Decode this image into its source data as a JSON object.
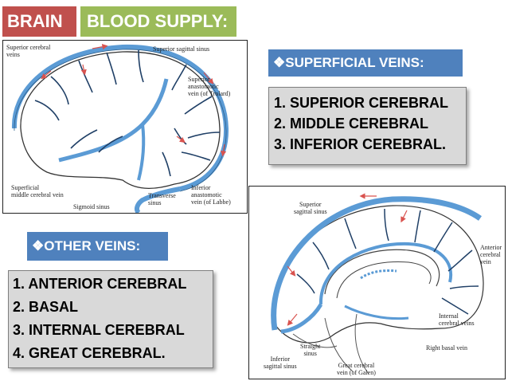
{
  "tags": {
    "brain": "BRAIN",
    "blood_supply": "BLOOD SUPPLY:"
  },
  "superficial": {
    "heading": "❖SUPERFICIAL VEINS:",
    "items": [
      "1. SUPERIOR CEREBRAL",
      "2. MIDDLE CEREBRAL",
      "3. INFERIOR CEREBRAL."
    ]
  },
  "other": {
    "heading": "❖OTHER VEINS:",
    "items": [
      "1. ANTERIOR CEREBRAL",
      "2. BASAL",
      "3. INTERNAL CEREBRAL",
      "4. GREAT CEREBRAL."
    ]
  },
  "fig1_labels": {
    "superior_cerebral_veins": "Superior cerebral\nveins",
    "superior_sagittal_sinus": "Superior sagittal sinus",
    "superior_anastomotic": "Superior\nanastomotic\nvein (of Trolard)",
    "superficial_middle": "Superficial\nmiddle cerebral vein",
    "sigmoid_sinus": "Sigmoid sinus",
    "transverse_sinus": "Transverse\nsinus",
    "inferior_anastomotic": "Inferior\nanastomotic\nvein (of Labbe)"
  },
  "fig2_labels": {
    "superior_sagittal_sinus": "Superior\nsagittal sinus",
    "anterior_cerebral_vein": "Anterior\ncerebral\nvein",
    "internal_cerebral_veins": "Internal\ncerebral veins",
    "right_basal_vein": "Right basal vein",
    "straight_sinus": "Straight\nsinus",
    "inferior_sagittal_sinus": "Inferior\nsagittal sinus",
    "great_cerebral_vein": "Great cerebral\nvein (of Galen)"
  },
  "colors": {
    "red_tag": "#c0504d",
    "green_tag": "#9bbb59",
    "blue_tag": "#4f81bd",
    "vein": "#5b9bd5",
    "arrow": "#d9534f",
    "box_fill": "#d9d9d9"
  }
}
